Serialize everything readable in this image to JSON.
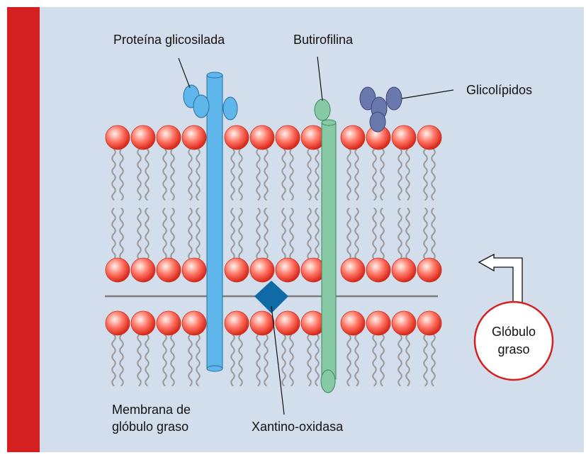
{
  "diagram": {
    "labels": {
      "glycosylated_protein": "Proteína glicosilada",
      "butyrophilin": "Butirofilina",
      "glycolipids": "Glicolípidos",
      "membrane_line1": "Membrana de",
      "membrane_line2": "glóbulo graso",
      "xanthine_oxidase": "Xantino-oxidasa",
      "globule_line1": "Glóbulo",
      "globule_line2": "graso"
    },
    "colors": {
      "background": "#d3deec",
      "side_bar": "#d42020",
      "lipid_head_center": "#fff2ea",
      "lipid_head_mid": "#ff7060",
      "lipid_head_edge": "#d6281a",
      "lipid_tail": "#9a9a9a",
      "membrane_line": "#7d7d7d",
      "glycosylated_protein": "#5fb6ea",
      "butyrophilin": "#86c9a4",
      "glycolipid": "#6979ad",
      "xanthine_oxidase": "#106aa5",
      "globule_stroke": "#d42020"
    }
  }
}
